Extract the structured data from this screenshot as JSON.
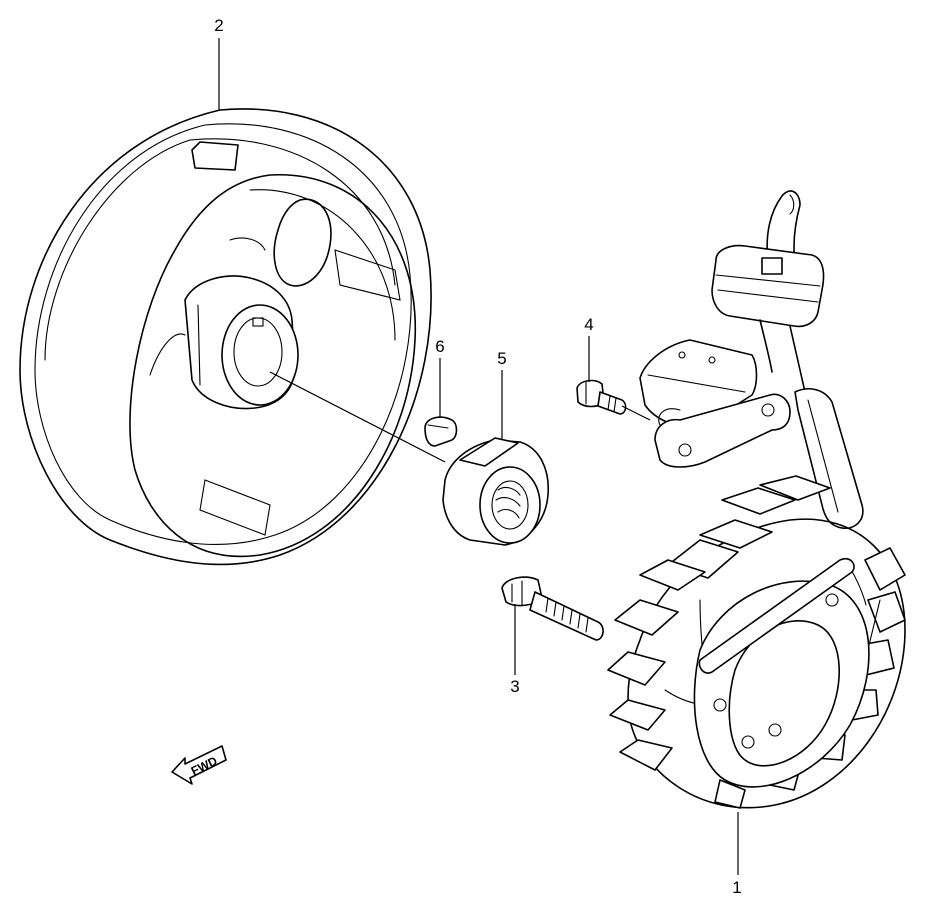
{
  "callouts": [
    {
      "id": "1",
      "label": "1"
    },
    {
      "id": "2",
      "label": "2"
    },
    {
      "id": "3",
      "label": "3"
    },
    {
      "id": "4",
      "label": "4"
    },
    {
      "id": "5",
      "label": "5"
    },
    {
      "id": "6",
      "label": "6"
    }
  ],
  "direction_marker": {
    "label": "FWD"
  },
  "colors": {
    "line": "#000000",
    "background": "#ffffff"
  }
}
